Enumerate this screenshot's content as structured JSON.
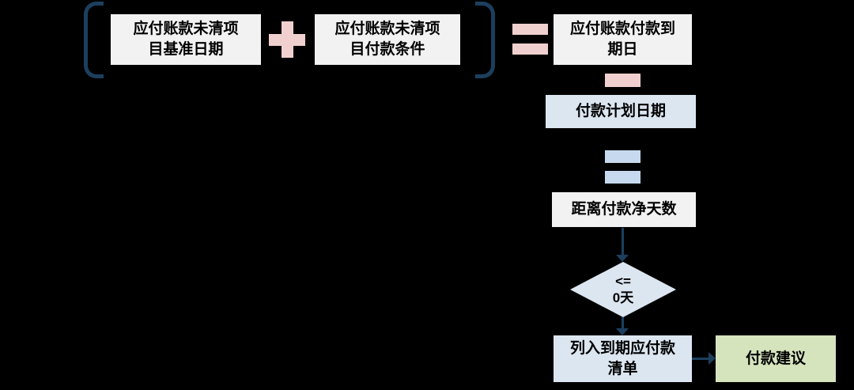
{
  "diagram": {
    "nodes": {
      "baseline_date": {
        "label": "应付账款未清项\n目基准日期"
      },
      "payment_terms": {
        "label": "应付账款未清项\n目付款条件"
      },
      "due_date": {
        "label": "应付账款付款到\n期日"
      },
      "plan_date": {
        "label": "付款计划日期"
      },
      "net_days": {
        "label": "距离付款净天数"
      },
      "decision": {
        "label": "<=\n0天"
      },
      "due_list": {
        "label": "列入到期应付款\n清单"
      },
      "proposal": {
        "label": "付款建议"
      }
    },
    "operators": {
      "plus": "plus-icon",
      "equals_top": "equals-icon",
      "minus": "minus-icon",
      "equals_middle": "equals-icon"
    },
    "colors": {
      "background": "#000000",
      "box_gray": "#f2f2f2",
      "box_blue": "#dce6f1",
      "box_green": "#d6e4bd",
      "op_pink": "#f0d0ce",
      "op_blue": "#c7d9ee",
      "arrow": "#1c3f5e",
      "text": "#000000"
    }
  }
}
